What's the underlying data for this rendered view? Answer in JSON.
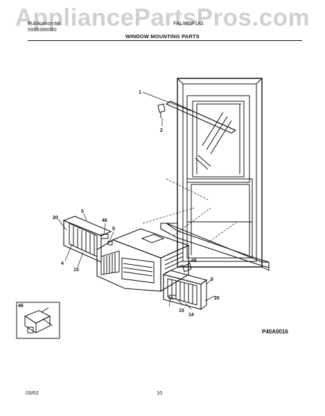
{
  "header": {
    "publication_lines": [
      "Publication No.",
      "5995386060"
    ],
    "model": "FAL085P1A1",
    "title": "WINDOW MOUNTING PARTS"
  },
  "watermark": "AppliancePartsPros.com",
  "callouts": [
    {
      "id": "c1",
      "label": "1"
    },
    {
      "id": "c2",
      "label": "2"
    },
    {
      "id": "c5a",
      "label": "5"
    },
    {
      "id": "c20a",
      "label": "20"
    },
    {
      "id": "c46a",
      "label": "46"
    },
    {
      "id": "c5b",
      "label": "5"
    },
    {
      "id": "c4",
      "label": "4"
    },
    {
      "id": "c15a",
      "label": "15"
    },
    {
      "id": "c46b",
      "label": "46"
    },
    {
      "id": "c5c",
      "label": "5"
    },
    {
      "id": "c20b",
      "label": "20"
    },
    {
      "id": "c15b",
      "label": "15"
    },
    {
      "id": "c14",
      "label": "14"
    },
    {
      "id": "c46c",
      "label": "46"
    }
  ],
  "figure_code": "P40A0016",
  "footer": {
    "date": "03/02",
    "page": "10"
  }
}
